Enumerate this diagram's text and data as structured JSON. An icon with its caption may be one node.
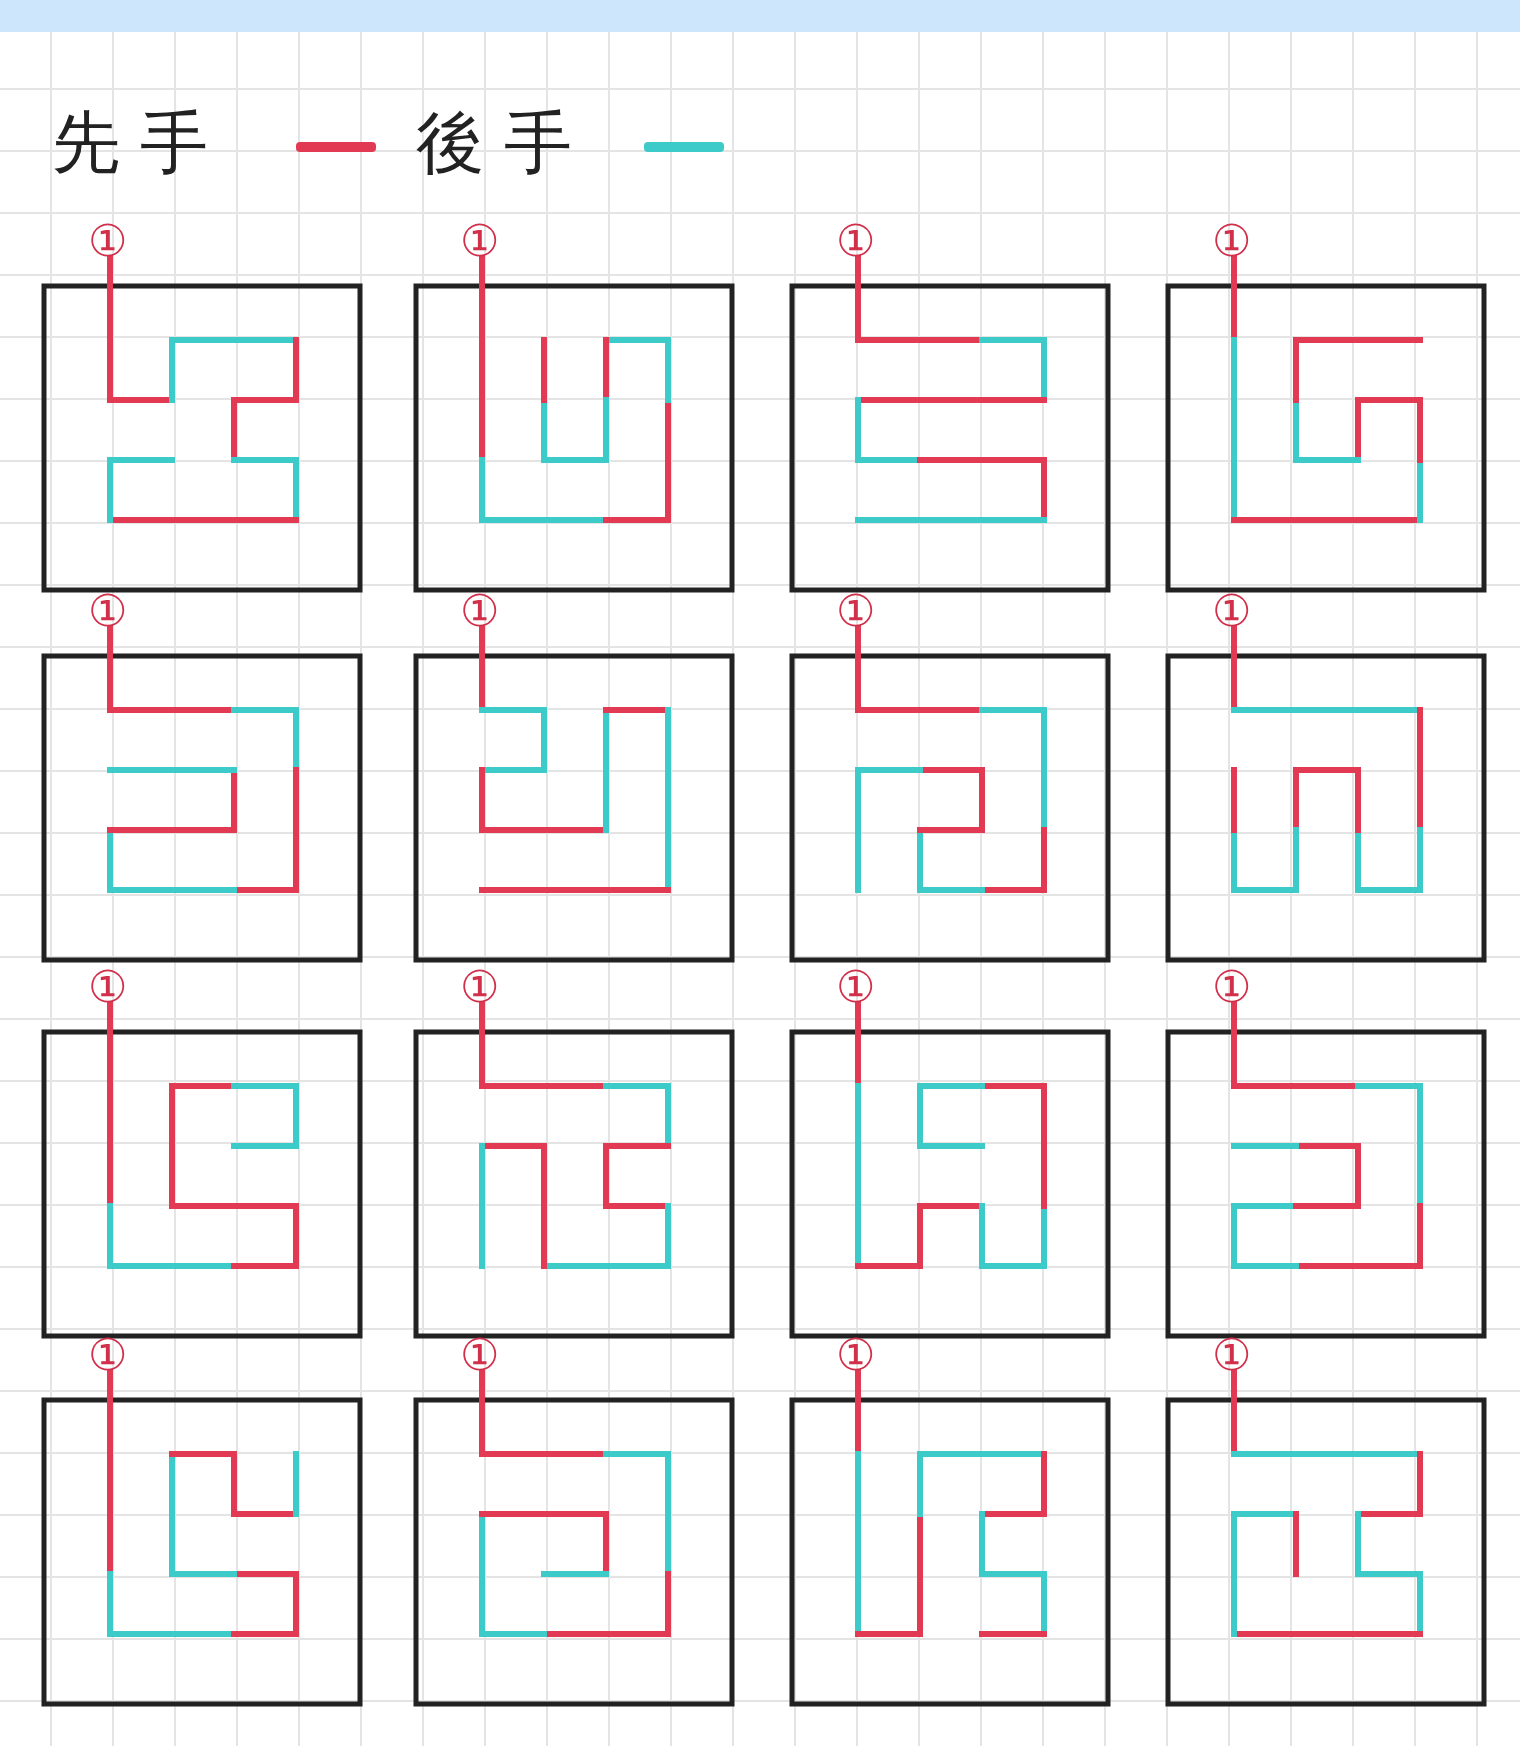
{
  "diagram": {
    "labels": [
      "①",
      "①",
      "①",
      "①",
      "①",
      "①",
      "①",
      "①",
      "①",
      "①",
      "①",
      "①",
      "①",
      "①",
      "①",
      "①"
    ],
    "legend": [
      {
        "text": "先手",
        "color": "#e23a52"
      },
      {
        "text": "後手",
        "color": "#3ccbc9"
      }
    ]
  }
}
